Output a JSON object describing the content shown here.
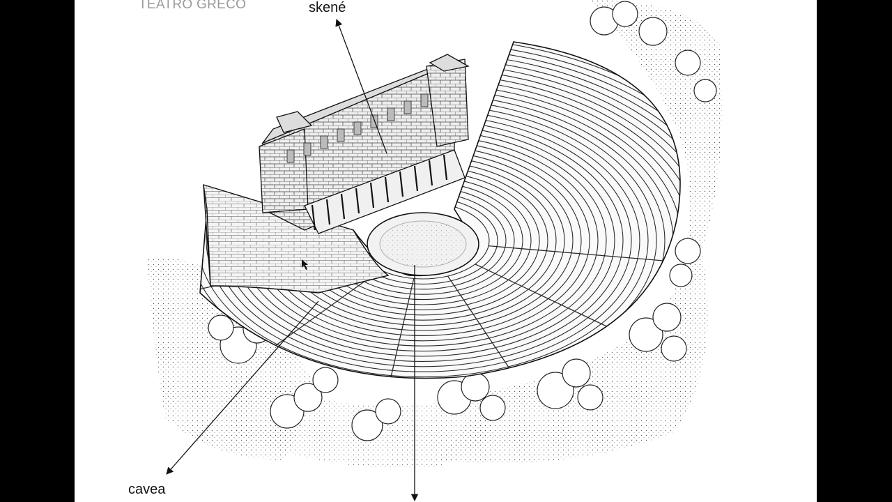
{
  "slide": {
    "title": "TEATRO GRECO",
    "labels": {
      "skene": "skené",
      "cavea": "cavea"
    }
  },
  "colors": {
    "frame": "#000000",
    "slide": "#ffffff",
    "title": "#9a9a9a",
    "ink": "#1a1a1a"
  }
}
